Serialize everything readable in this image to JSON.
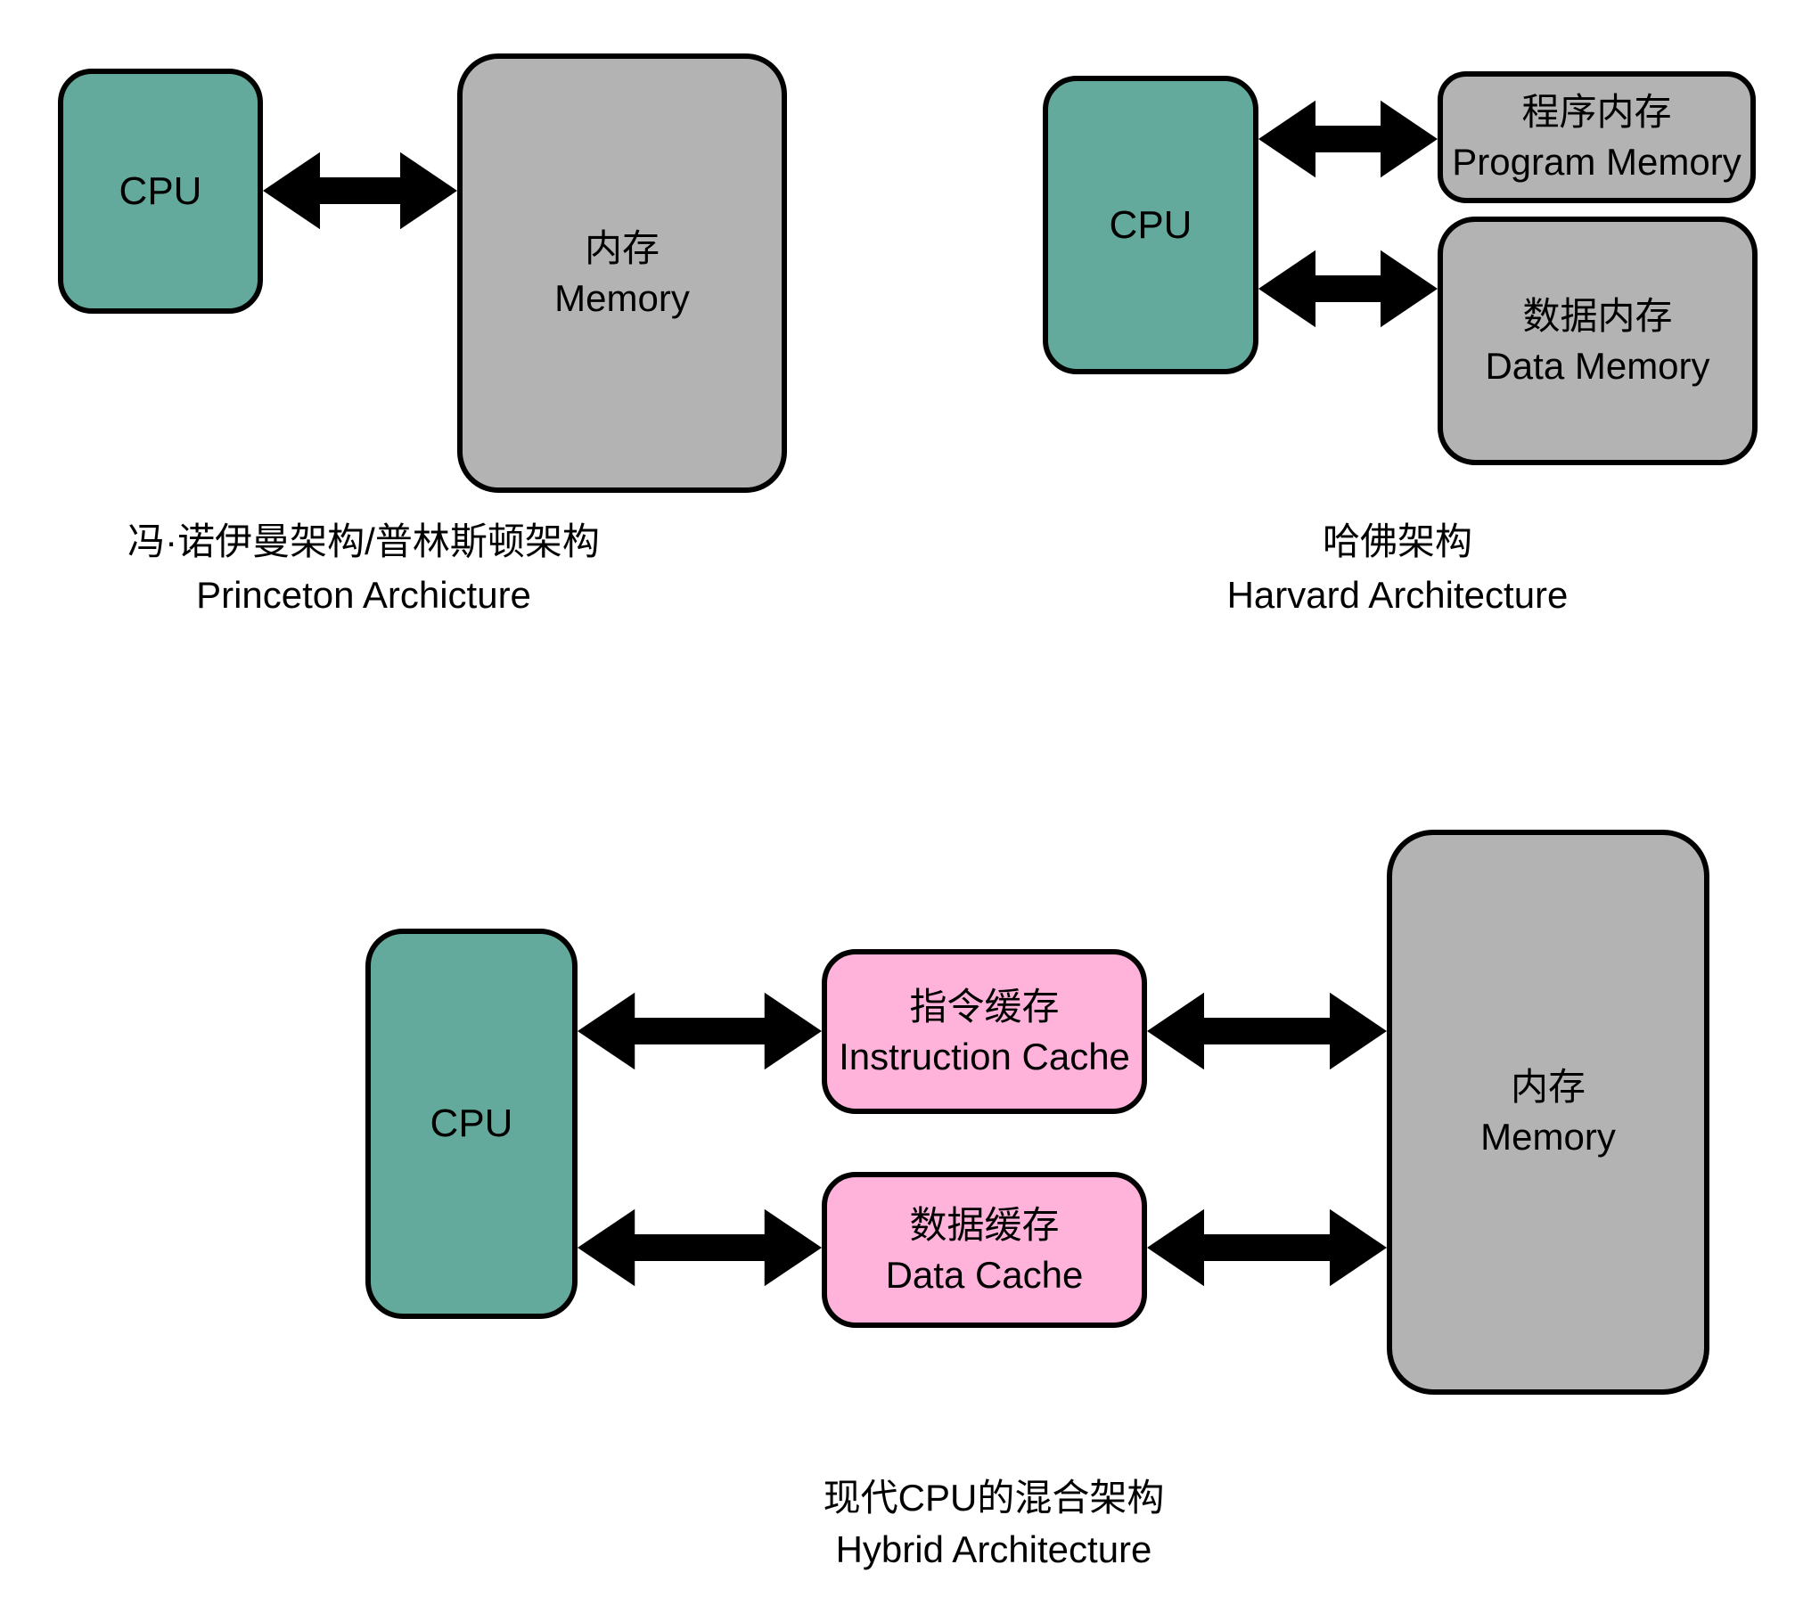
{
  "colors": {
    "background": "#FFFFFF",
    "text": "#000000",
    "border": "#000000",
    "arrow": "#000000",
    "cpu_fill": "#64AA9C",
    "memory_fill": "#B3B3B3",
    "cache_fill": "#FFB2DA"
  },
  "diagrams": {
    "princeton": {
      "cpu_label": "CPU",
      "memory_label_zh": "内存",
      "memory_label_en": "Memory",
      "caption_zh": "冯·诺伊曼架构/普林斯顿架构",
      "caption_en": "Princeton Archicture"
    },
    "harvard": {
      "cpu_label": "CPU",
      "program_memory_zh": "程序内存",
      "program_memory_en": "Program Memory",
      "data_memory_zh": "数据内存",
      "data_memory_en": "Data Memory",
      "caption_zh": "哈佛架构",
      "caption_en": "Harvard Architecture"
    },
    "hybrid": {
      "cpu_label": "CPU",
      "instruction_cache_zh": "指令缓存",
      "instruction_cache_en": "Instruction Cache",
      "data_cache_zh": "数据缓存",
      "data_cache_en": "Data Cache",
      "memory_label_zh": "内存",
      "memory_label_en": "Memory",
      "caption_zh": "现代CPU的混合架构",
      "caption_en": "Hybrid Architecture"
    }
  }
}
